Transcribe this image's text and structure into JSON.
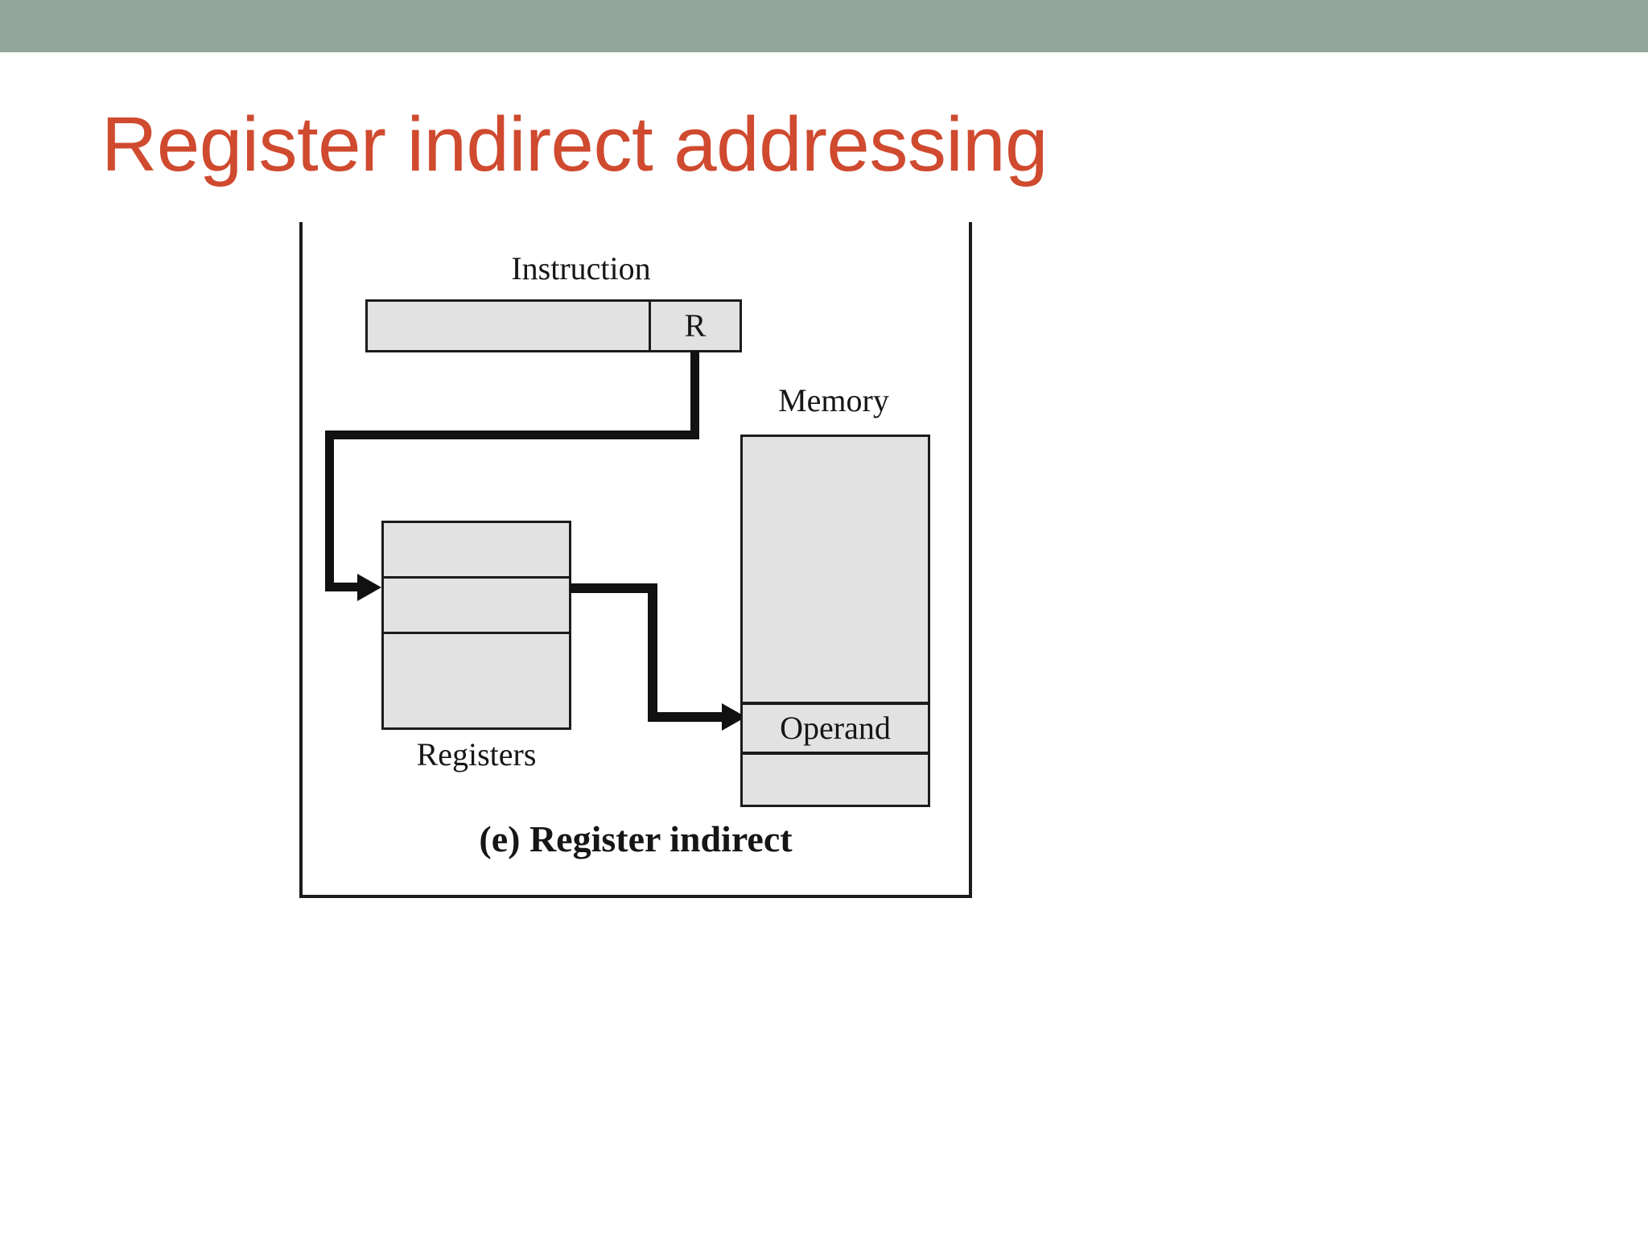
{
  "slide": {
    "title": "Register indirect addressing",
    "header_bar_color": "#93a69c",
    "title_color": "#cf4a2f",
    "background_color": "#ffffff"
  },
  "figure": {
    "caption": "(e) Register indirect",
    "border_color": "#1b1b1b",
    "cell_fill_color": "#e2e2e2",
    "wire_color": "#111111",
    "labels": {
      "instruction": "Instruction",
      "memory": "Memory",
      "registers": "Registers"
    },
    "instruction_box": {
      "fields": [
        {
          "name": "opcode-field",
          "text": ""
        },
        {
          "name": "register-field",
          "text": "R"
        }
      ]
    },
    "memory_box": {
      "rows": [
        {
          "name": "memory-upper-block",
          "text": ""
        },
        {
          "name": "memory-operand-row",
          "text": "Operand"
        },
        {
          "name": "memory-lower-block",
          "text": ""
        }
      ]
    },
    "registers_box": {
      "rows": [
        {
          "name": "register-row-top",
          "text": ""
        },
        {
          "name": "register-row-selected",
          "text": ""
        },
        {
          "name": "register-row-bottom",
          "text": ""
        }
      ]
    }
  }
}
